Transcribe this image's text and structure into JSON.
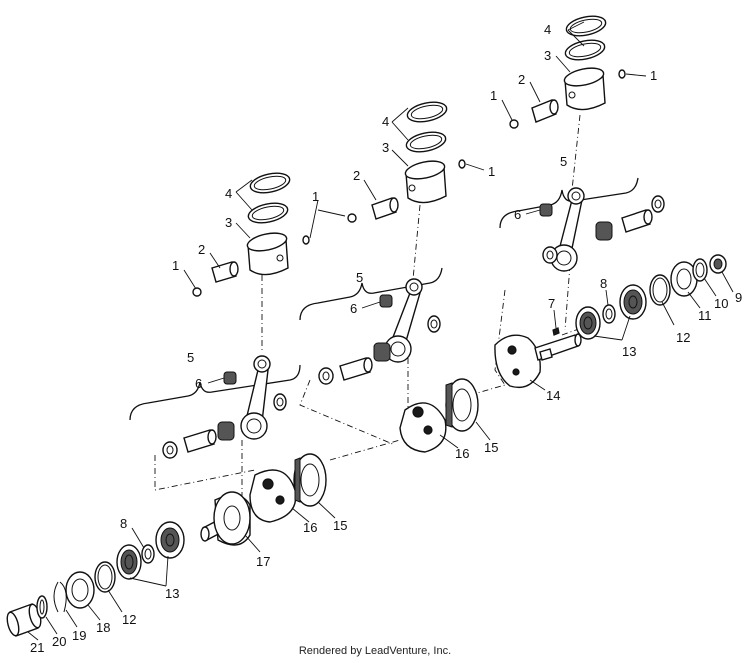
{
  "footer_text": "Rendered by LeadVenture, Inc.",
  "callouts": {
    "c1a": "1",
    "c1b": "1",
    "c1c": "1",
    "c1d": "1",
    "c1e": "1",
    "c2a": "2",
    "c2b": "2",
    "c2c": "2",
    "c3a": "3",
    "c3b": "3",
    "c3c": "3",
    "c4a": "4",
    "c4b": "4",
    "c4c": "4",
    "c5a": "5",
    "c5b": "5",
    "c5c": "5",
    "c6a": "6",
    "c6b": "6",
    "c6c": "6",
    "c7": "7",
    "c8a": "8",
    "c8b": "8",
    "c9": "9",
    "c10": "10",
    "c11": "11",
    "c12a": "12",
    "c12b": "12",
    "c13a": "13",
    "c13b": "13",
    "c14": "14",
    "c15a": "15",
    "c15b": "15",
    "c16a": "16",
    "c16b": "16",
    "c17": "17",
    "c18": "18",
    "c19": "19",
    "c20": "20",
    "c21": "21"
  }
}
